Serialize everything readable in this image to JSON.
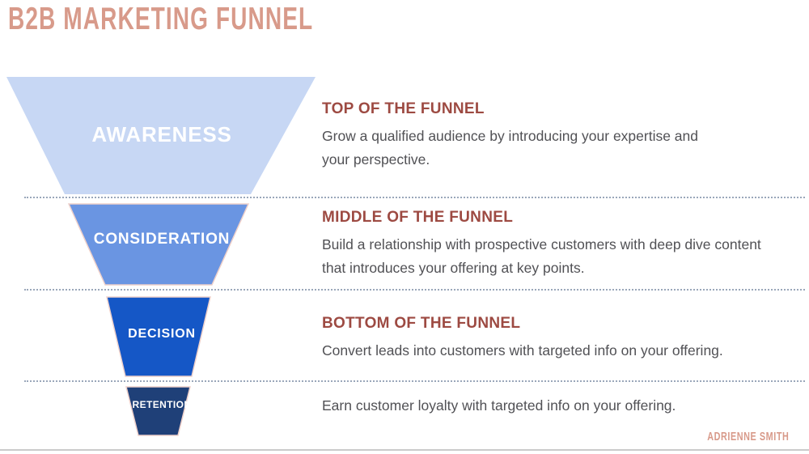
{
  "title": "B2B MARKETING FUNNEL",
  "attribution": "ADRIENNE SMITH",
  "colors": {
    "title": "#d89a8a",
    "section_heading": "#9d4a42",
    "body_text": "#515155",
    "stage_label_text": "#ffffff",
    "divider_dots": "#9aa7ba",
    "stage_outline": "#eed0ca"
  },
  "funnel": {
    "stages": [
      {
        "label": "AWARENESS",
        "color": "#c7d7f4"
      },
      {
        "label": "CONSIDERATION",
        "color": "#6a95e2"
      },
      {
        "label": "DECISION",
        "color": "#1557c6"
      },
      {
        "label": "RETENTION",
        "color": "#1f4078"
      }
    ]
  },
  "sections": [
    {
      "heading": "TOP OF THE FUNNEL",
      "body": "Grow a qualified audience by introducing your expertise and your perspective."
    },
    {
      "heading": "MIDDLE OF THE FUNNEL",
      "body": "Build a relationship with prospective customers with deep dive content that introduces your offering at key points."
    },
    {
      "heading": "BOTTOM OF THE FUNNEL",
      "body": "Convert leads into customers with targeted info on your offering."
    },
    {
      "body": "Earn customer loyalty with targeted info on your offering."
    }
  ]
}
